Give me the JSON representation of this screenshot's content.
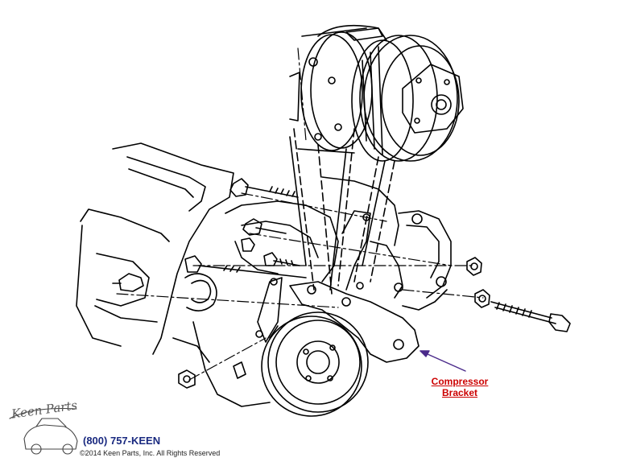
{
  "callout": {
    "line1": "Compressor",
    "line2": "Bracket",
    "arrow_color": "#4a2a8a",
    "label_color": "#cc0000"
  },
  "branding": {
    "logo_text": "Keen Parts",
    "phone": "(800) 757-KEEN",
    "copyright": "©2014 Keen Parts, Inc. All Rights Reserved"
  }
}
